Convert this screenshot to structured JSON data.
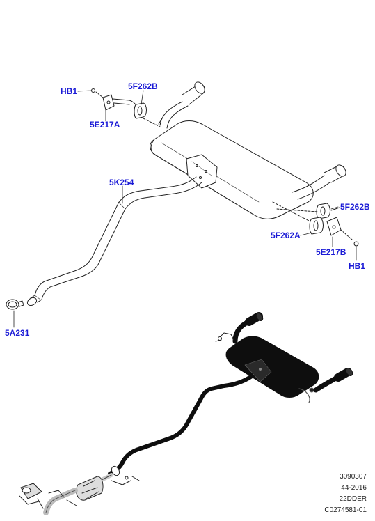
{
  "callouts": {
    "hb1_top": "HB1",
    "p5f262b_top": "5F262B",
    "p5e217a": "5E217A",
    "p5k254": "5K254",
    "p5a231": "5A231",
    "p5f262b_right": "5F262B",
    "p5f262a": "5F262A",
    "p5e217b": "5E217B",
    "hb1_bottom": "HB1"
  },
  "meta": {
    "line1": "3090307",
    "line2": "44-2016",
    "line3": "22DDER",
    "line4": "C0274581-01"
  },
  "colors": {
    "callout": "#1a1ad6",
    "line": "#222222",
    "fill_dark": "#0e0e0e"
  }
}
